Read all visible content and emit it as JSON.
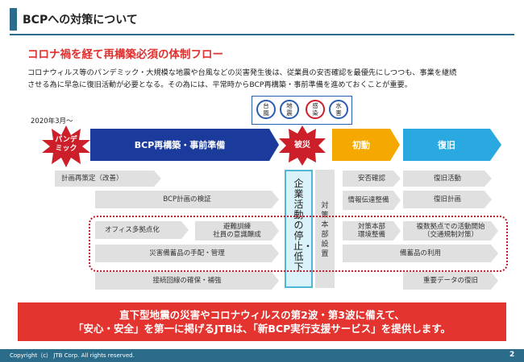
{
  "header": {
    "title": "BCPへの対策について"
  },
  "subtitle": "コロナ禍を経て再構築必須の体制フロー",
  "description": [
    "コロナウィルス等のパンデミック・大規模な地震や台風などの災害発生後は、従業員の安否確認を最優先にしつつも、事業を継続",
    "させる為に早急に復旧活動が必要となる。その為には、平常時からBCP再構築・事前準備を進めておくことが重要。"
  ],
  "date_label": "2020年3月～",
  "disasters": [
    "台風",
    "地震",
    "感染",
    "水害"
  ],
  "timeline": {
    "pandemic": "パンデミック",
    "prep": "BCP再構築・事前準備",
    "disaster": "被災",
    "initial": "初動",
    "recovery": "復旧"
  },
  "tasks": {
    "plan_revision": "計画再策定（改善）",
    "bcp_verify": "BCP計画の検証",
    "office_multi": "オフィス多拠点化",
    "evac_training": [
      "避難訓練",
      "社員の意識醸成"
    ],
    "stockpile": "災害備蓄品の手配・管理",
    "line_secure": "接続回線の確保・補強",
    "business_stop": "企業活動の停止・低下",
    "hq_setup": "対策本部設置",
    "safety_check": "安否確認",
    "info_env": "情報伝達整備",
    "hq_env": [
      "対策本部",
      "環境整備"
    ],
    "recovery_activity": "復旧活動",
    "recovery_plan": "復旧計画",
    "multi_base": [
      "複数拠点での活動開始",
      "（交通規制対策）"
    ],
    "stock_use": "備蓄品の利用",
    "data_recovery": "重要データの復旧"
  },
  "banner": [
    "直下型地震の災害やコロナウィルスの第2波・第3波に備えて、",
    "「安心・安全」を第一に掲げるJTBは、「新BCP実行支援サービス」を提供します。"
  ],
  "footer": {
    "copyright": "Copyright（c） JTB Corp. All rights reserved.",
    "page": "2"
  },
  "colors": {
    "header": "#2b6c8a",
    "accent_red": "#e03030",
    "navy": "#1a3a9c",
    "burst_red": "#cc1f2a",
    "initial_orange": "#f5a800",
    "recovery_cyan": "#2aa9e0",
    "banner_red": "#e3342f",
    "gray_task": "#e0e0e0"
  }
}
